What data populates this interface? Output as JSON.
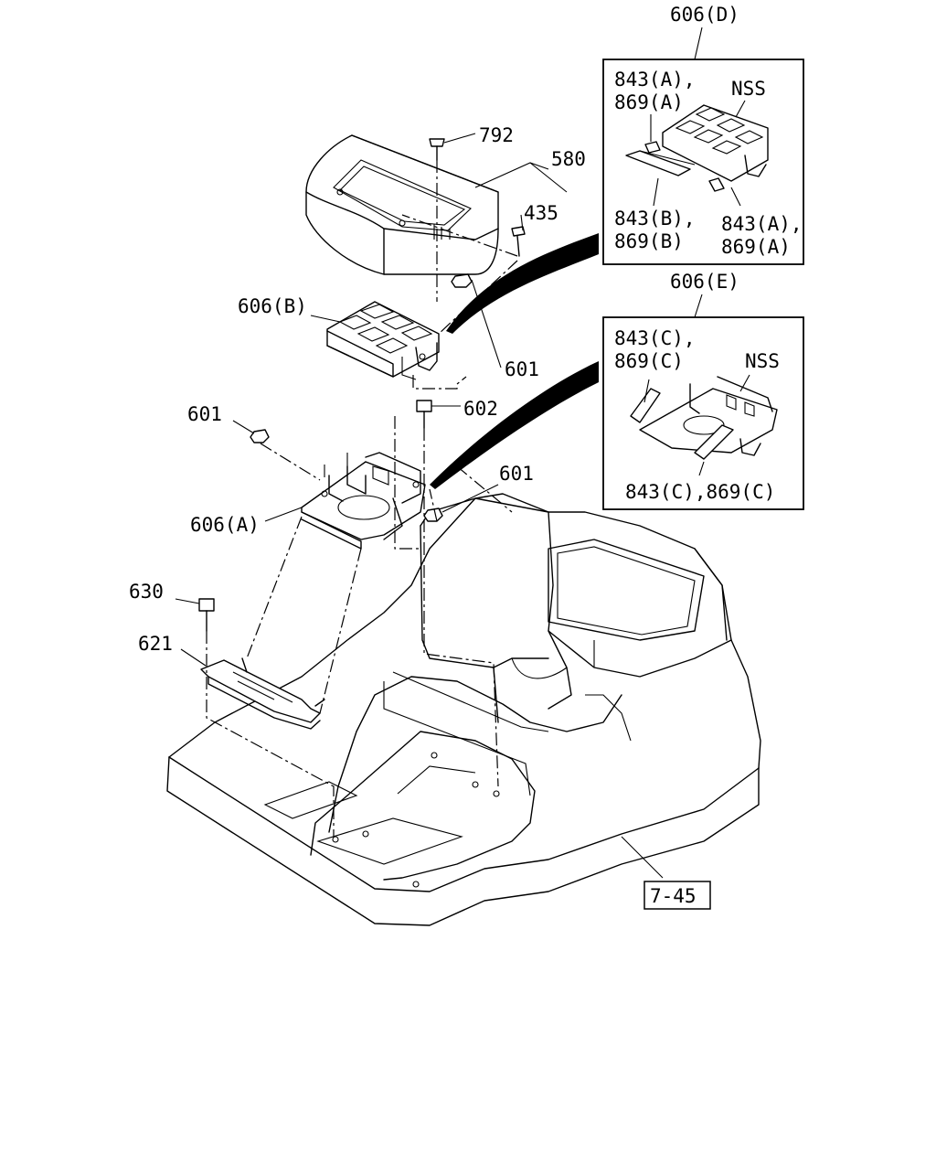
{
  "labels": {
    "l792": "792",
    "l580": "580",
    "l435": "435",
    "l606B": "606(B)",
    "l601a": "601",
    "l602": "602",
    "l601b": "601",
    "l601c": "601",
    "l606A": "606(A)",
    "l630": "630",
    "l621": "621",
    "l745": "7-45"
  },
  "detail_d": {
    "title": "606(D)",
    "tl1": "843(A),",
    "tl2": "869(A)",
    "nss": "NSS",
    "bl1": "843(B),",
    "bl2": "869(B)",
    "br1": "843(A),",
    "br2": "869(A)"
  },
  "detail_e": {
    "title": "606(E)",
    "tl1": "843(C),",
    "tl2": "869(C)",
    "nss": "NSS",
    "bottom": "843(C),869(C)"
  }
}
